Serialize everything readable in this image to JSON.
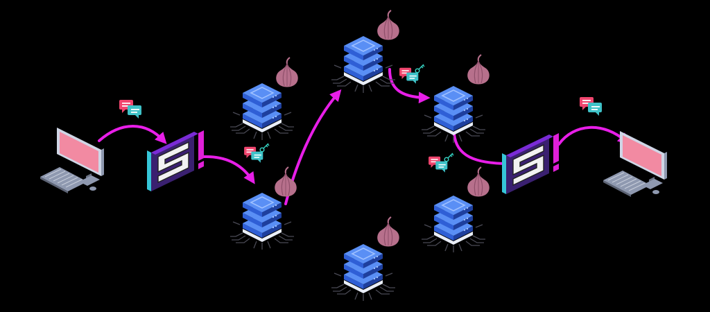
{
  "colors": {
    "background": "#000000",
    "arrow": "#e81ee8",
    "server_top": "#5a8ff5",
    "server_side": "#2f5fd6",
    "server_dark": "#1e3f9e",
    "server_light": "#9fc0ff",
    "onion": "#b7708c",
    "screen": "#f28aa2",
    "monitor_frame": "#cfd6e6",
    "keyboard": "#8f99b0",
    "chat_pink": "#f0456e",
    "chat_teal": "#3fc2c8",
    "logo_white": "#f2f2f2",
    "logo_purple": "#7a2bd6",
    "logo_magenta": "#e020d8",
    "logo_cyan": "#36c6d8"
  },
  "nodes": [
    {
      "id": "sender-computer",
      "icon": "computer-icon"
    },
    {
      "id": "entry-logo",
      "icon": "s-logo-icon",
      "text": "S"
    },
    {
      "id": "server-1",
      "icon": "server-icon",
      "onion": true
    },
    {
      "id": "server-2",
      "icon": "server-icon",
      "onion": true
    },
    {
      "id": "server-3",
      "icon": "server-icon",
      "onion": true
    },
    {
      "id": "server-4",
      "icon": "server-icon",
      "onion": true
    },
    {
      "id": "server-5",
      "icon": "server-icon",
      "onion": true
    },
    {
      "id": "server-6",
      "icon": "server-icon",
      "onion": true
    },
    {
      "id": "exit-logo",
      "icon": "s-logo-icon",
      "text": "S"
    },
    {
      "id": "receiver-computer",
      "icon": "computer-icon"
    }
  ],
  "edges": [
    {
      "from": "sender-computer",
      "to": "entry-logo",
      "message": "chat",
      "encrypted": false
    },
    {
      "from": "entry-logo",
      "to": "server-2",
      "message": "chat",
      "encrypted": true
    },
    {
      "from": "server-2",
      "to": "server-3",
      "message": null,
      "encrypted": false
    },
    {
      "from": "server-3",
      "to": "server-4",
      "message": "chat",
      "encrypted": true
    },
    {
      "from": "server-4",
      "to": "exit-logo",
      "message": "chat",
      "encrypted": true
    },
    {
      "from": "exit-logo",
      "to": "receiver-computer",
      "message": "chat",
      "encrypted": false
    }
  ]
}
